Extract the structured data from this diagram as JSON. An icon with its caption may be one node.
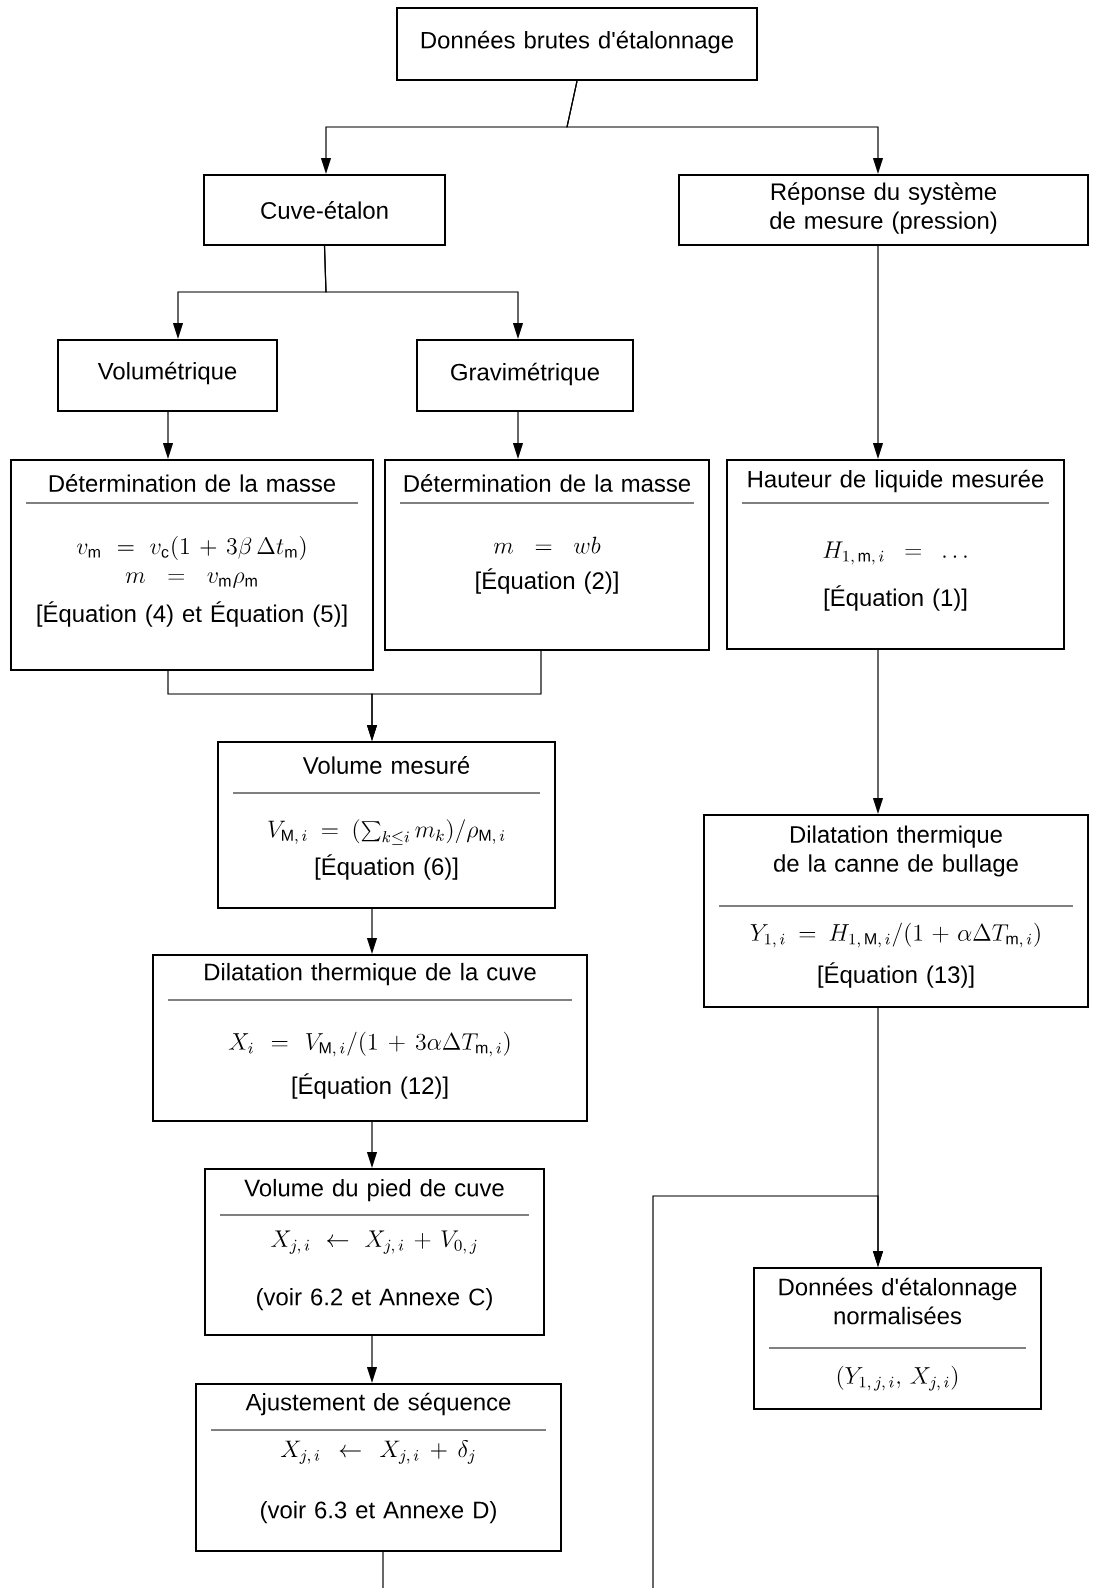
{
  "diagram": {
    "nodes": [
      {
        "text": [
          "Données brutes d'étalonnage"
        ]
      },
      {
        "text": [
          "Cuve-étalon"
        ]
      },
      {
        "text": [
          "Réponse du système de mesure (pression)"
        ]
      },
      {
        "text": [
          "Volumétrique"
        ]
      },
      {
        "text": [
          "Gravimétrique"
        ]
      },
      {
        "text": [
          "Détermination de la masse",
          "v_{\\mathrm{m}} = v_{\\mathrm{c}}(1 + 3\\beta\\,\\Delta t_{\\mathrm{m}})",
          "m = v_{\\mathrm{m}}\\rho_{\\mathrm{m}}",
          "[Équation (4) et Équation (5)]"
        ]
      },
      {
        "text": [
          "Détermination de la masse",
          "m = wb",
          "[Équation (2)]"
        ]
      },
      {
        "text": [
          "Hauteur de liquide mesurée",
          "H_{1,\\,\\mathrm{m},\\,i} = \\ldots",
          "[Équation (1)]"
        ]
      },
      {
        "text": [
          "Volume mesuré",
          "V_{\\mathrm{M},\\,i} = (\\textstyle\\sum_{k\\le i} m_k)/\\rho_{\\mathrm{M},\\,i}",
          "[Équation (6)]"
        ]
      },
      {
        "text": [
          "Dilatation thermique de la canne de bullage",
          "Y_{1,\\,i} = H_{1,\\,\\mathrm{M},\\,i}/(1 + \\alpha\\Delta T_{\\mathrm{m},\\,i})",
          "[Équation (13)]"
        ]
      },
      {
        "text": [
          "Dilatation thermique de la cuve",
          "X_i = V_{\\mathrm{M},\\,i}/(1 + 3\\alpha\\Delta T_{\\mathrm{m},\\,i})",
          "[Équation (12)]"
        ]
      },
      {
        "text": [
          "Volume du pied de cuve",
          "X_{j,\\,i} \\leftarrow X_{j,\\,i} + V_{0,\\,j}",
          "(voir 6.2 et Annexe C)"
        ]
      },
      {
        "text": [
          "Ajustement de séquence",
          "X_{j,\\,i} \\leftarrow X_{j,\\,i} + \\delta_j",
          "(voir 6.3 et Annexe D)"
        ]
      },
      {
        "text": [
          "Données d'étalonnage normalisées",
          "(Y_{1,\\,j,\\,i},\\, X_{j,\\,i})"
        ]
      }
    ],
    "edges": [
      {
        "from": 0,
        "to": 1,
        "arrow": "to"
      },
      {
        "from": 0,
        "to": 2,
        "arrow": "to"
      },
      {
        "from": 1,
        "to": 3,
        "arrow": "to"
      },
      {
        "from": 1,
        "to": 4,
        "arrow": "to"
      },
      {
        "from": 3,
        "to": 5,
        "arrow": "to"
      },
      {
        "from": 4,
        "to": 6,
        "arrow": "to"
      },
      {
        "from": 2,
        "to": 7,
        "arrow": "to"
      },
      {
        "from": 5,
        "to": 8,
        "arrow": "to"
      },
      {
        "from": 6,
        "to": 8,
        "arrow": "to"
      },
      {
        "from": 7,
        "to": 9,
        "arrow": "to"
      },
      {
        "from": 8,
        "to": 10,
        "arrow": "to"
      },
      {
        "from": 10,
        "to": 11,
        "arrow": "to"
      },
      {
        "from": 11,
        "to": 12,
        "arrow": "to"
      },
      {
        "from": 9,
        "to": 13,
        "arrow": "to"
      },
      {
        "from": 12,
        "to": null,
        "arrow": "none"
      },
      {
        "from": null,
        "to": 13,
        "arrow": "to"
      }
    ]
  }
}
